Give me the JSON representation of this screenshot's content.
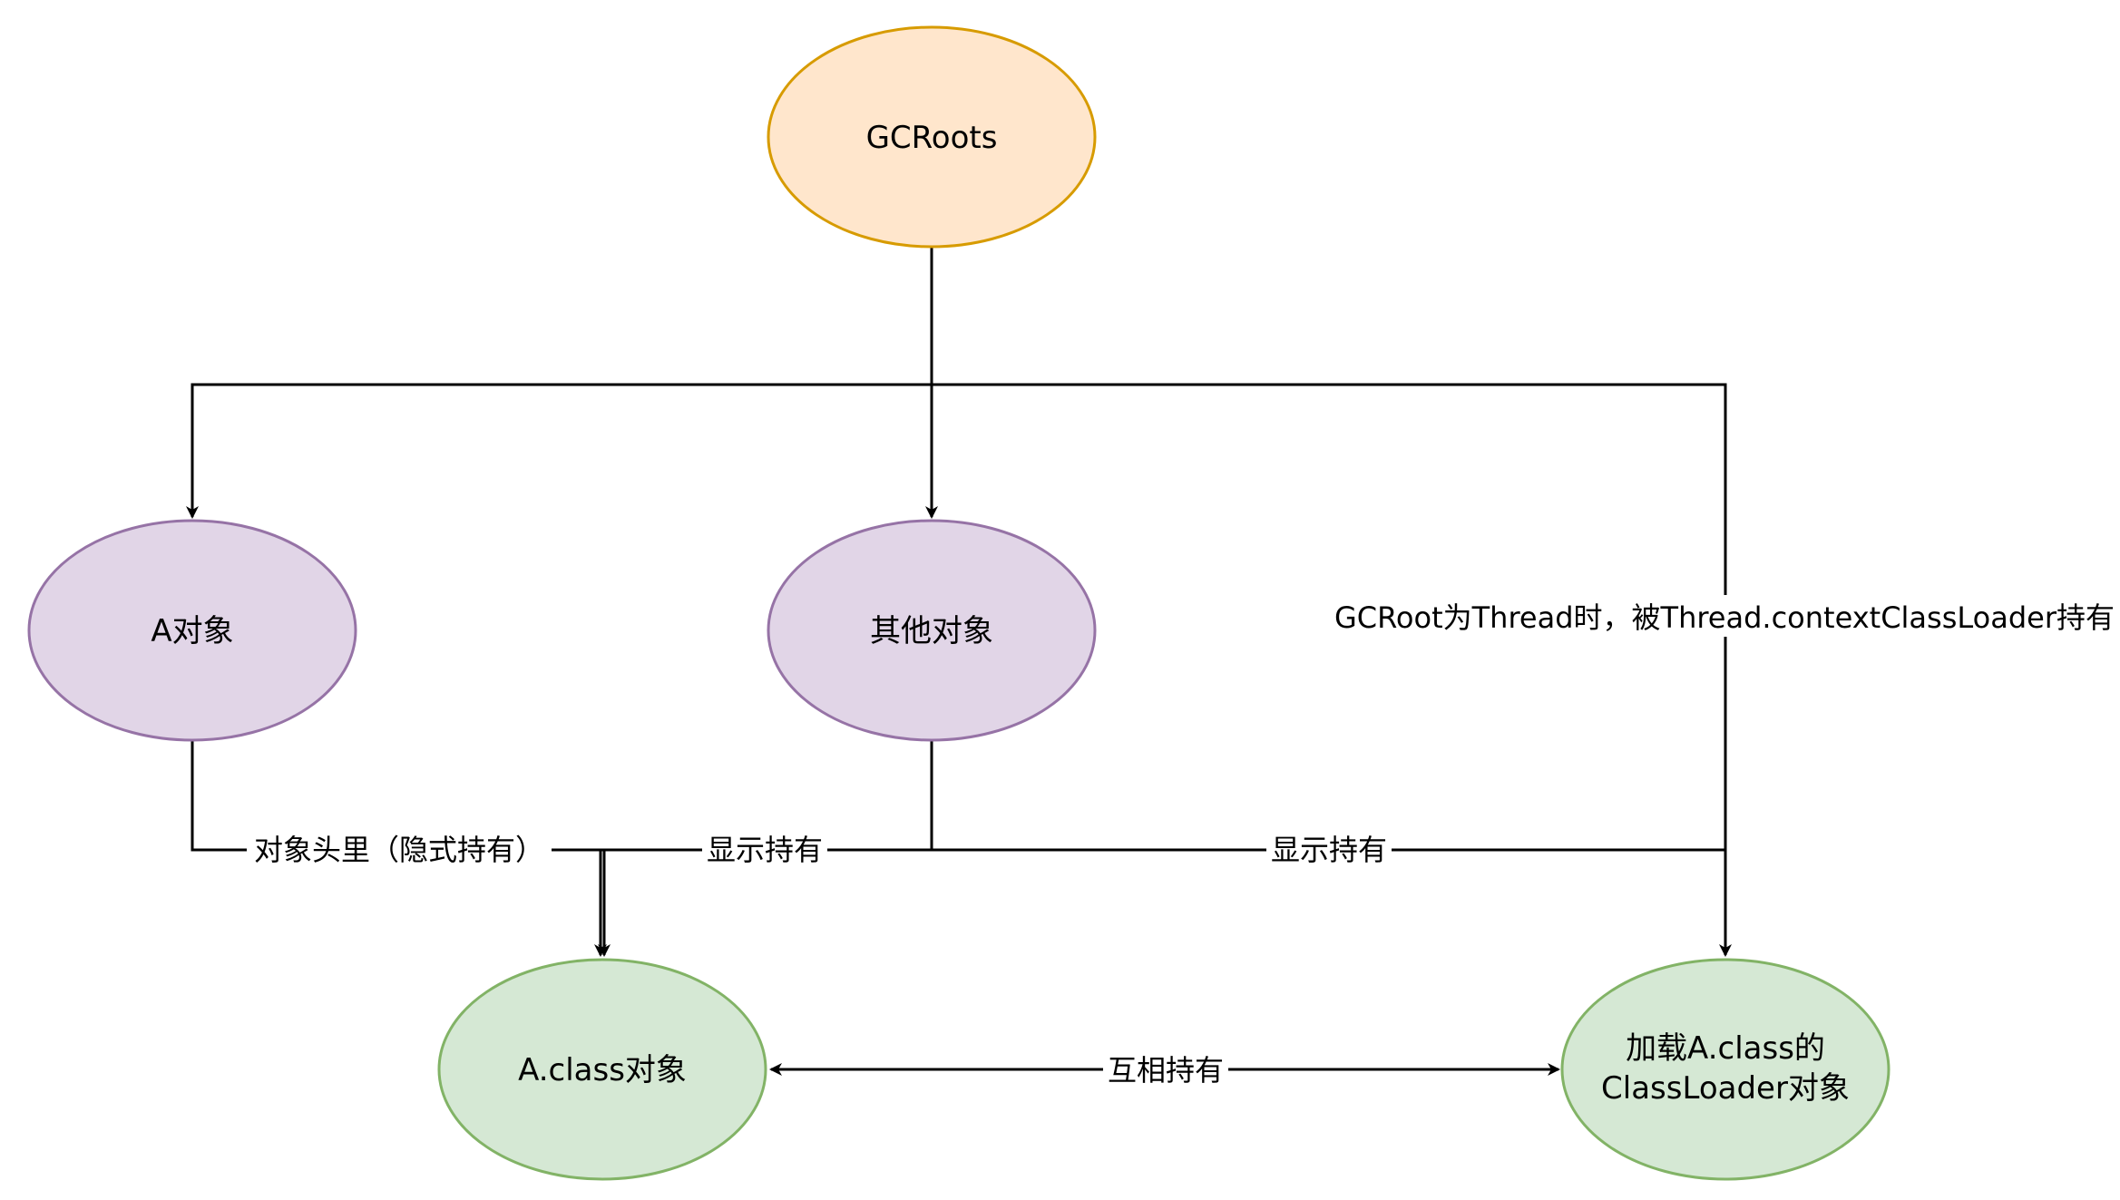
{
  "nodes": {
    "gcroots": {
      "label": "GCRoots",
      "fill": "#ffe6cc",
      "stroke": "#d79b00"
    },
    "a_object": {
      "label": "A对象",
      "fill": "#e1d5e7",
      "stroke": "#9673a6"
    },
    "other_objects": {
      "label": "其他对象",
      "fill": "#e1d5e7",
      "stroke": "#9673a6"
    },
    "a_class_object": {
      "label": "A.class对象",
      "fill": "#d5e8d4",
      "stroke": "#82b366"
    },
    "classloader_object": {
      "label_line1": "加载A.class的",
      "label_line2": "ClassLoader对象",
      "fill": "#d5e8d4",
      "stroke": "#82b366"
    }
  },
  "edges": {
    "thread_context_label": "GCRoot为Thread时，被Thread.contextClassLoader持有",
    "implicit_hold_label": "对象头里（隐式持有）",
    "explicit_hold_label_1": "显示持有",
    "explicit_hold_label_2": "显示持有",
    "mutual_hold_label": "互相持有"
  }
}
